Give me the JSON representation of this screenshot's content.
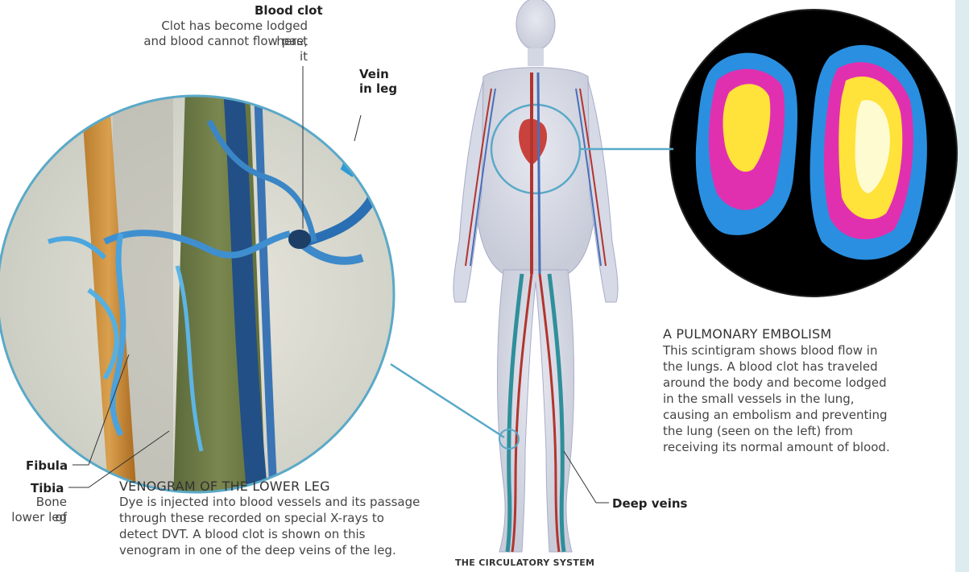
{
  "labels": {
    "blood_clot_title": "Blood clot",
    "blood_clot_line1": "Clot has become lodged here,",
    "blood_clot_line2": "and blood cannot flow past it",
    "vein_line1": "Vein",
    "vein_line2": "in leg",
    "fibula": "Fibula",
    "tibia": "Tibia",
    "tibia_sub1": "Bone of",
    "tibia_sub2": "lower leg",
    "deep_veins": "Deep veins"
  },
  "venogram": {
    "title": "VENOGRAM OF THE  LOWER LEG",
    "lines": [
      "Dye is injected into blood vessels and its passage",
      "through these recorded on special X-rays to",
      "detect DVT. A blood clot is shown on this",
      "venogram in one of the deep veins of the leg."
    ]
  },
  "embolism": {
    "title": "A PULMONARY EMBOLISM",
    "lines": [
      "This scintigram shows blood flow in",
      "the lungs. A blood clot has traveled",
      "around the body and become lodged",
      "in the small vessels in the lung,",
      "causing an embolism and preventing",
      "the lung (seen on the left) from",
      "receiving its normal amount of blood."
    ]
  },
  "circulatory_caption": "THE CIRCULATORY SYSTEM"
}
